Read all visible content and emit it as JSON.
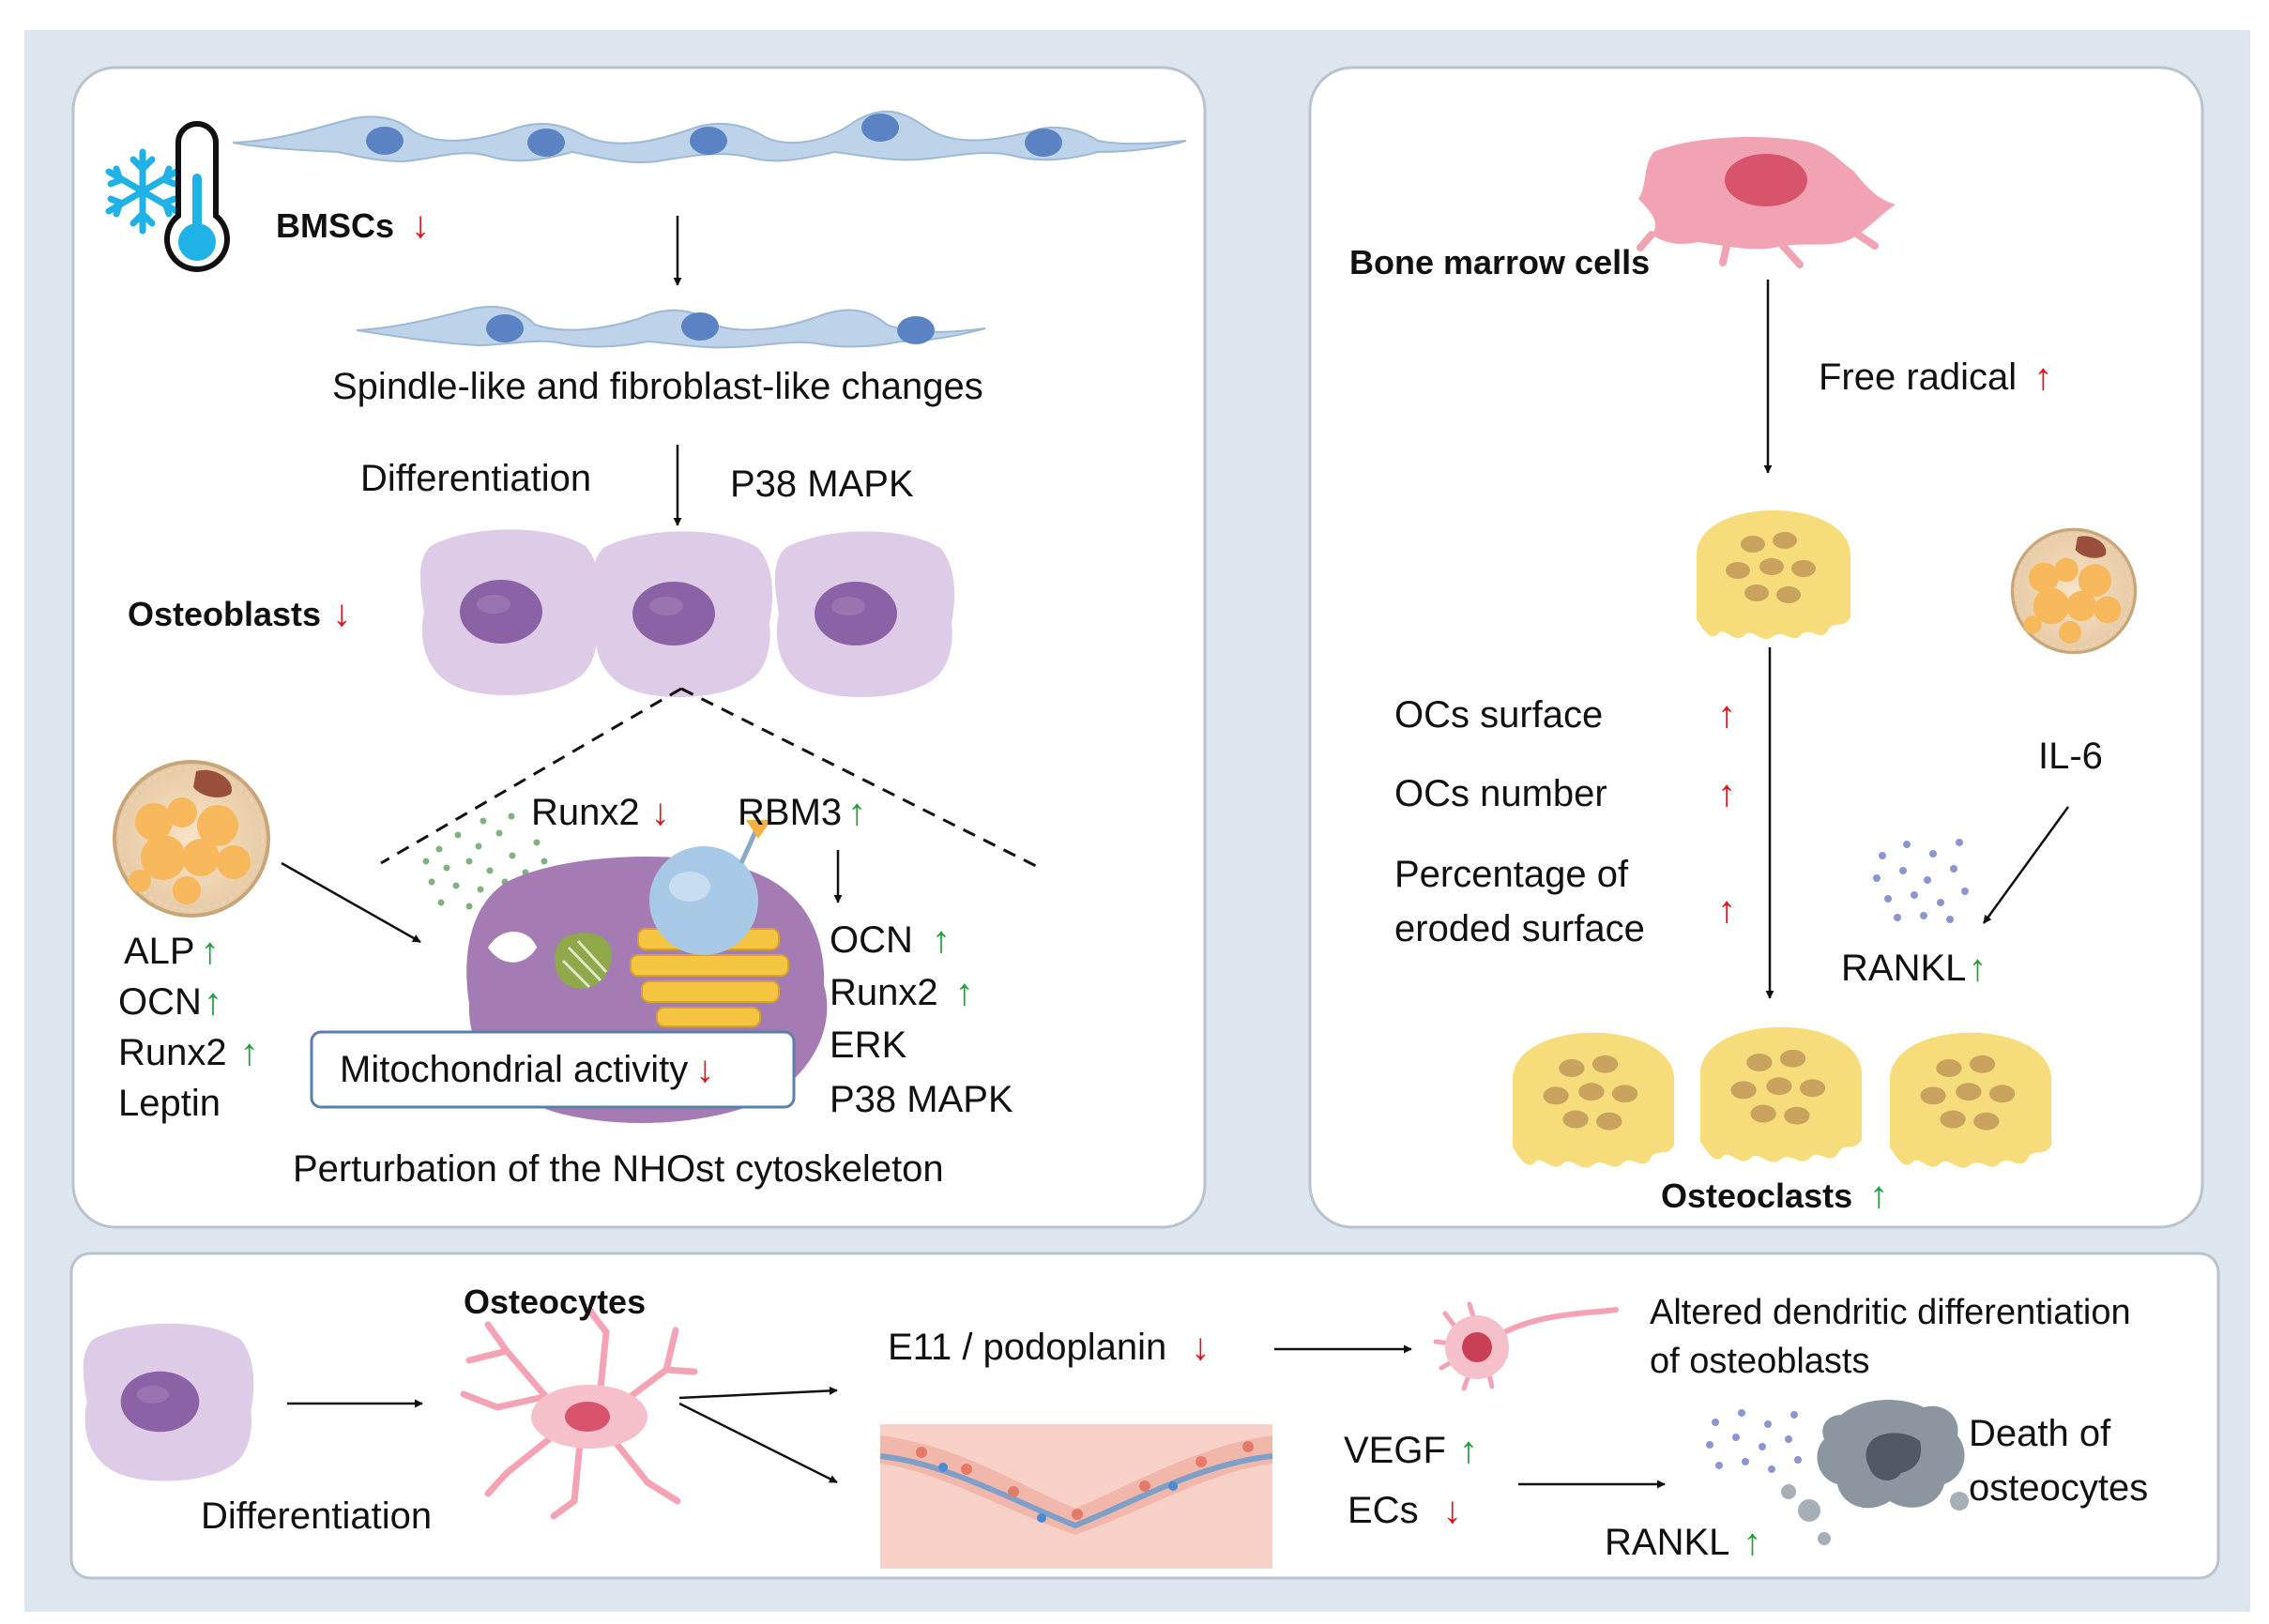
{
  "colors": {
    "background": "#dde6ee",
    "panel": "#ffffff",
    "panel_border": "#b9c3cd",
    "arrow_down": "#e0141b",
    "arrow_up": "#1fa23a",
    "msc": "#bcd3ea",
    "msc_nucleus": "#5b82c2",
    "osteoblast": "#ddcbe8",
    "osteoblast_nucleus": "#8c62a6",
    "osteoclast": "#f7dc7c",
    "osteoclast_dot": "#c9a35d",
    "marrow_cell": "#f2a3b3",
    "endothelium": "#f2b7ab"
  },
  "icons": [
    "snowflake-icon",
    "thermometer-icon",
    "adipocyte-icon",
    "rankl-dots-icon",
    "dead-cell-icon"
  ],
  "panel_bmsc": {
    "bmscs": "BMSCs",
    "spindle_changes": "Spindle-like and fibroblast-like changes",
    "differentiation": "Differentiation",
    "p38_mapk": "P38 MAPK",
    "osteoblasts": "Osteoblasts",
    "runx2": "Runx2",
    "rbm3": "RBM3",
    "left_markers": [
      "ALP",
      "OCN",
      "Runx2",
      "Leptin"
    ],
    "right_markers": [
      "OCN",
      "Runx2",
      "ERK",
      "P38 MAPK"
    ],
    "mitochondrial_activity": "Mitochondrial activity",
    "perturbation": "Perturbation of the NHOst cytoskeleton"
  },
  "panel_marrow": {
    "bone_marrow_cells": "Bone marrow cells",
    "free_radical": "Free radical",
    "ocs_surface": "OCs surface",
    "ocs_number": "OCs number",
    "eroded_line1": "Percentage of",
    "eroded_line2": "eroded surface",
    "il6": "IL-6",
    "rankl": "RANKL",
    "osteoclasts": "Osteoclasts"
  },
  "panel_osteocyte": {
    "osteocytes": "Osteocytes",
    "differentiation": "Differentiation",
    "e11": "E11 / podoplanin",
    "altered_line1": "Altered dendritic differentiation",
    "altered_line2": "of osteoblasts",
    "vegf": "VEGF",
    "ecs": "ECs",
    "rankl": "RANKL",
    "death_line1": "Death of",
    "death_line2": "osteocytes"
  }
}
